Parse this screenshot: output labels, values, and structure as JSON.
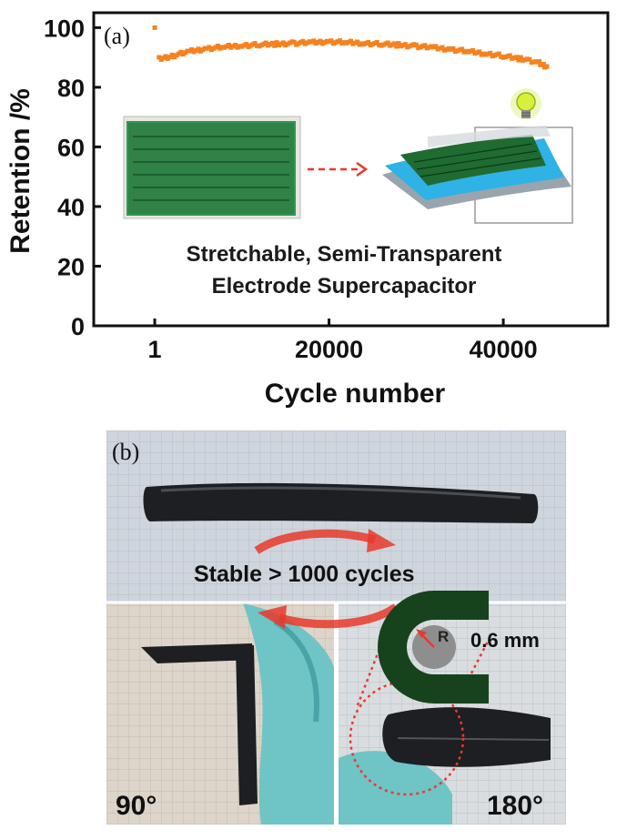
{
  "panel_a": {
    "label": "(a)",
    "caption_line1": "Stretchable, Semi-Transparent",
    "caption_line2": "Electrode Supercapacitor"
  },
  "panel_b": {
    "label": "(b)",
    "stable_text": "Stable > 1000 cycles",
    "radius_label": "R",
    "radius_value": "0.6 mm",
    "angle_left": "90°",
    "angle_right": "180°"
  },
  "colors": {
    "series": "#f5821f",
    "tissue": "#cdd8d4",
    "glove": "#6fc4c6",
    "tube": "#1d1f22",
    "u_shape": "#17431c",
    "arrow": "#e8392b",
    "blue_layer": "#2fb2e6",
    "photo_bg": "#cfd5dd",
    "photo_bg_bottom": "#ddd5c9"
  },
  "chart_data": {
    "type": "scatter",
    "title": "",
    "xlabel": "Cycle number",
    "ylabel": "Retention /%",
    "xlim": [
      -7000,
      52000
    ],
    "ylim": [
      0,
      105
    ],
    "xticks": [
      1,
      20000,
      40000
    ],
    "xtick_labels": [
      "1",
      "20000",
      "40000"
    ],
    "yticks": [
      0,
      20,
      40,
      60,
      80,
      100
    ],
    "ytick_labels": [
      "0",
      "20",
      "40",
      "60",
      "80",
      "100"
    ],
    "grid": false,
    "legend": "none",
    "series": [
      {
        "color": "#f5821f",
        "x": [
          1,
          500,
          2000,
          4000,
          6000,
          8000,
          10000,
          12000,
          14000,
          16000,
          18000,
          20000,
          22000,
          24000,
          26000,
          28000,
          30000,
          32000,
          34000,
          36000,
          38000,
          40000,
          42000,
          43000,
          44000,
          44500,
          45000
        ],
        "y": [
          100,
          89.5,
          90.5,
          92,
          93,
          93.5,
          94,
          94.3,
          94.5,
          94.8,
          95,
          95.3,
          95,
          94.8,
          94.5,
          94.2,
          93.8,
          93.3,
          92.7,
          92,
          91.3,
          90.5,
          89.5,
          89,
          88.3,
          87.5,
          87
        ]
      }
    ]
  }
}
